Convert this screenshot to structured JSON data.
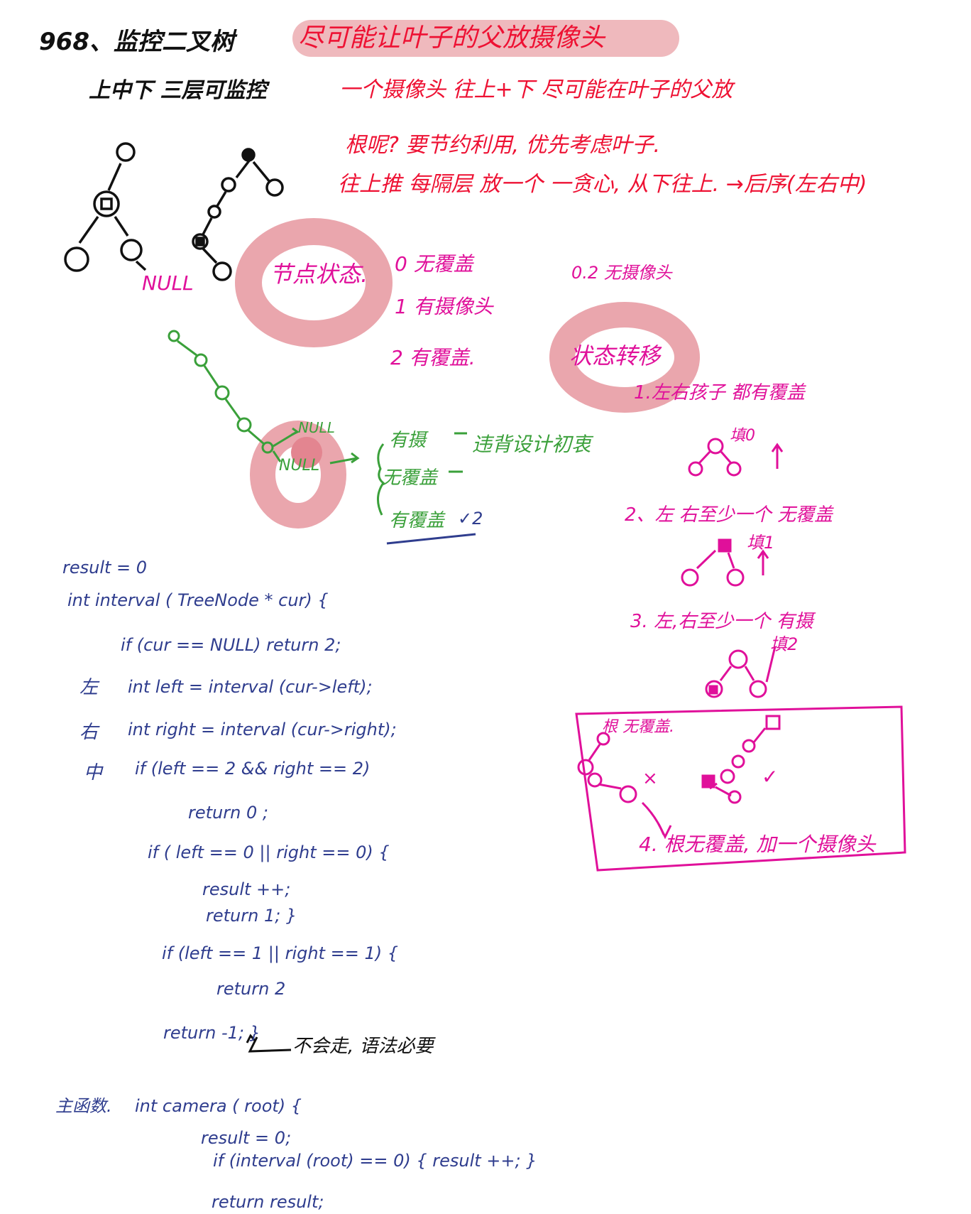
{
  "header": {
    "title": "968、监控二叉树",
    "subtitle": "上中下 三层可监控",
    "highlight": "尽可能让叶子的父放摄像头"
  },
  "notes_red": [
    "一个摄像头 往上+下 尽可能在叶子的父放",
    "根呢? 要节约利用, 优先考虑叶子.",
    "往上推  每隔层 放一个  一贪心, 从下往上. →后序(左右中)"
  ],
  "null_label": "NULL",
  "state_section": {
    "label": "节点状态.",
    "states": [
      "0 无覆盖",
      "1 有摄像头",
      "2 有覆盖."
    ],
    "no_camera_note": "0.2 无摄像头"
  },
  "transition": {
    "label": "状态转移",
    "case1": "1.左右孩子 都有覆盖",
    "case1_fill": "填0",
    "case2": "2、左 右至少一个 无覆盖",
    "case2_fill": "填1",
    "case3": "3. 左,右至少一个 有摄",
    "case3_fill": "填2",
    "case4_root_note": "根 无覆盖.",
    "case4_wrong": "×",
    "case4_right": "✓",
    "case4": "4. 根无覆盖, 加一个摄像头"
  },
  "green_section": {
    "null_top": "NULL",
    "null_bottom": "NULL",
    "options": [
      "有摄",
      "无覆盖",
      "有覆盖"
    ],
    "conclusion": "违背设计初衷",
    "chosen_mark": "✓2"
  },
  "code": {
    "lines": [
      "result = 0",
      "int    interval ( TreeNode *    cur) {",
      "if (cur == NULL)   return    2;",
      "int    left = interval (cur->left);",
      "int    right = interval (cur->right);",
      "if (left == 2 && right == 2)",
      "return 0 ;",
      "if ( left == 0  ||   right == 0) {",
      "result ++;",
      "return   1; }",
      "if  (left == 1 ||  right == 1) {",
      "return  2",
      "return  -1; }"
    ],
    "side_labels": [
      "左",
      "右",
      "中"
    ],
    "unreachable_note": "不会走, 语法必要"
  },
  "main_function": {
    "label": "主函数.",
    "lines": [
      "int    camera ( root) {",
      "result = 0;",
      "if (interval (root)  == 0)  { result ++; }",
      "return    result;"
    ]
  },
  "colors": {
    "black_ink": "#111111",
    "red_ink": "#ee1133",
    "magenta_ink": "#e0109a",
    "green_ink": "#3aa03a",
    "blue_ink": "#2f3d8e",
    "pink_highlight": "#eaa6ad"
  }
}
